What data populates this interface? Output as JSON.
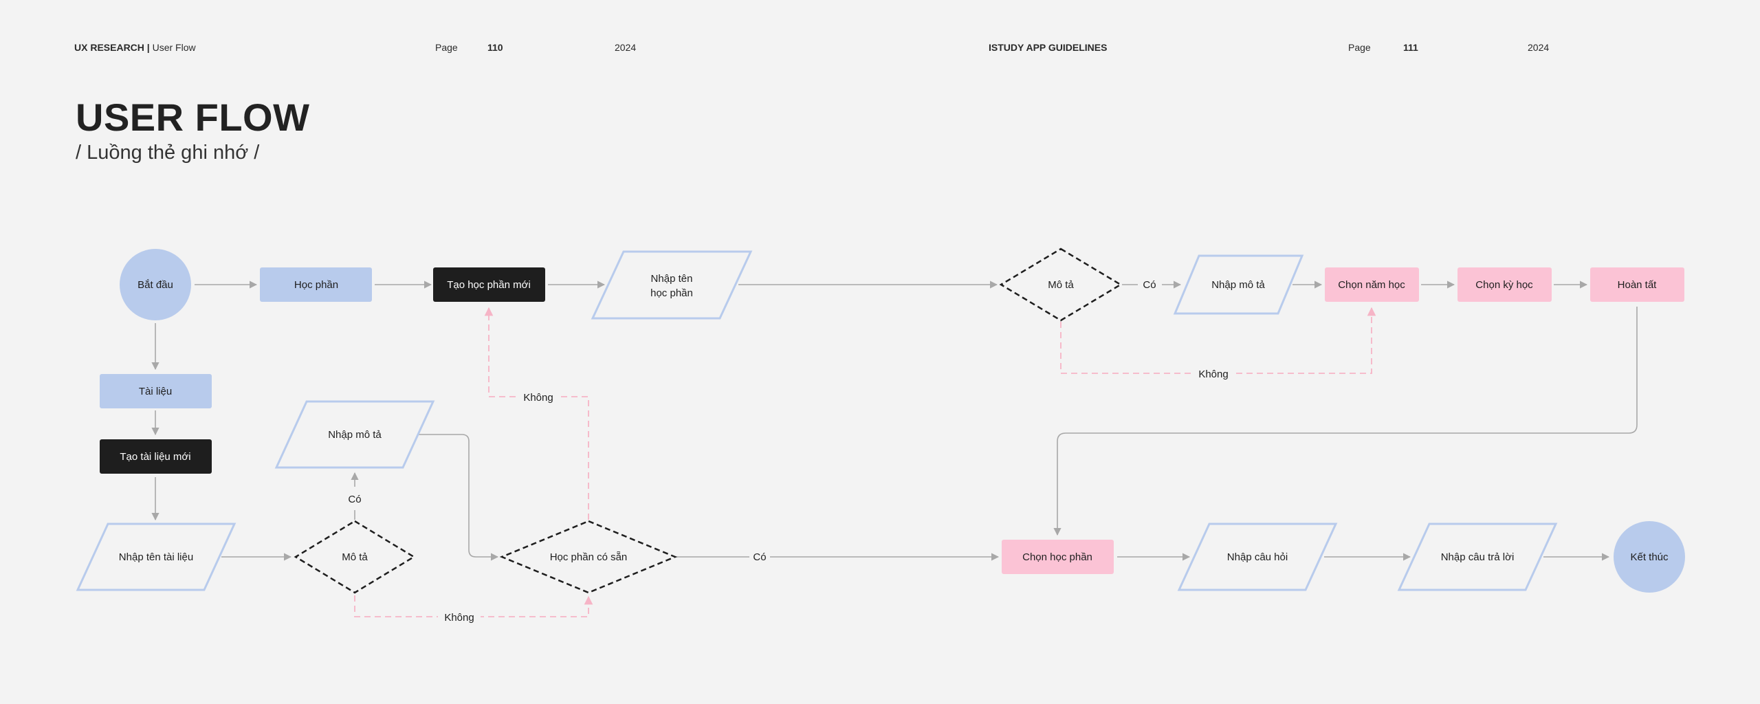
{
  "header": {
    "left_section_bold": "UX RESEARCH |",
    "left_section_rest": " User Flow",
    "page_label_left": "Page",
    "page_num_left": "110",
    "year_left": "2024",
    "center_title": "ISTUDY APP GUIDELINES",
    "page_label_right": "Page",
    "page_num_right": "111",
    "year_right": "2024"
  },
  "title": "USER FLOW",
  "subtitle": "/ Luồng thẻ ghi nhớ /",
  "colors": {
    "blue_fill": "#b8cbec",
    "blue_stroke": "#b8cbec",
    "pink_fill": "#fbc3d5",
    "dark_fill": "#1e1e1e",
    "arrow_gray": "#a8a8a8",
    "dashed_pink": "#f6b4c6"
  },
  "nodes": {
    "start": "Bắt đầu",
    "hoc_phan": "Học phần",
    "tao_hoc_phan_moi": "Tạo học phần mới",
    "nhap_ten_hoc_phan_1": "Nhập tên",
    "nhap_ten_hoc_phan_2": "học phần",
    "mo_ta_top": "Mô tả",
    "nhap_mo_ta_top": "Nhập mô tả",
    "chon_nam_hoc": "Chọn năm học",
    "chon_ky_hoc": "Chọn kỳ học",
    "hoan_tat": "Hoàn tất",
    "tai_lieu": "Tài liệu",
    "tao_tai_lieu_moi": "Tạo tài liệu mới",
    "nhap_ten_tai_lieu": "Nhập tên tài liệu",
    "mo_ta_bottom": "Mô tả",
    "nhap_mo_ta_left": "Nhập mô tả",
    "hoc_phan_co_san": "Học phần có sẵn",
    "chon_hoc_phan": "Chọn học phần",
    "nhap_cau_hoi": "Nhập câu hỏi",
    "nhap_cau_tra_loi": "Nhập câu trả lời",
    "ket_thuc": "Kết thúc"
  },
  "edge_labels": {
    "co_top": "Có",
    "khong_top": "Không",
    "khong_mid": "Không",
    "co_left": "Có",
    "co_bottom": "Có",
    "khong_bottom": "Không"
  }
}
